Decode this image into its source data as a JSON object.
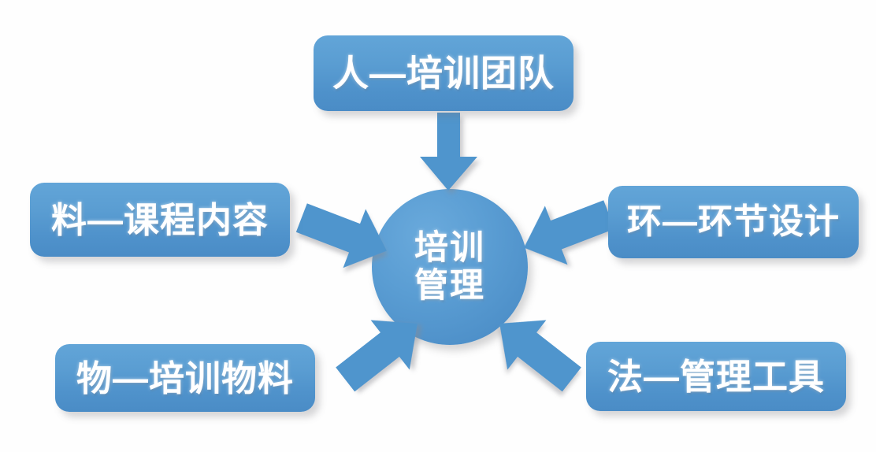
{
  "diagram": {
    "title_center": "培训管理",
    "center": {
      "name": "center-node",
      "lines": [
        "培训",
        "管理"
      ],
      "shape": "circle",
      "color": "#4f95cd"
    },
    "nodes": [
      {
        "id": "top",
        "label": "人—培训团队",
        "position": "top",
        "arrow_direction": "down"
      },
      {
        "id": "left-upper",
        "label": "料—课程内容",
        "position": "left-upper",
        "arrow_direction": "right-down"
      },
      {
        "id": "right-upper",
        "label": "环—环节设计",
        "position": "right-upper",
        "arrow_direction": "left-down"
      },
      {
        "id": "left-lower",
        "label": "物—培训物料",
        "position": "left-lower",
        "arrow_direction": "right-up"
      },
      {
        "id": "right-lower",
        "label": "法—管理工具",
        "position": "right-lower",
        "arrow_direction": "left-up"
      }
    ],
    "colors": {
      "box_fill_top": "#62a5d8",
      "box_fill_bottom": "#4a8cc6",
      "circle_fill": "#4f95cd",
      "arrow_fill": "#4f95cd",
      "text": "#ffffff",
      "background": "#fdfdfd"
    }
  }
}
